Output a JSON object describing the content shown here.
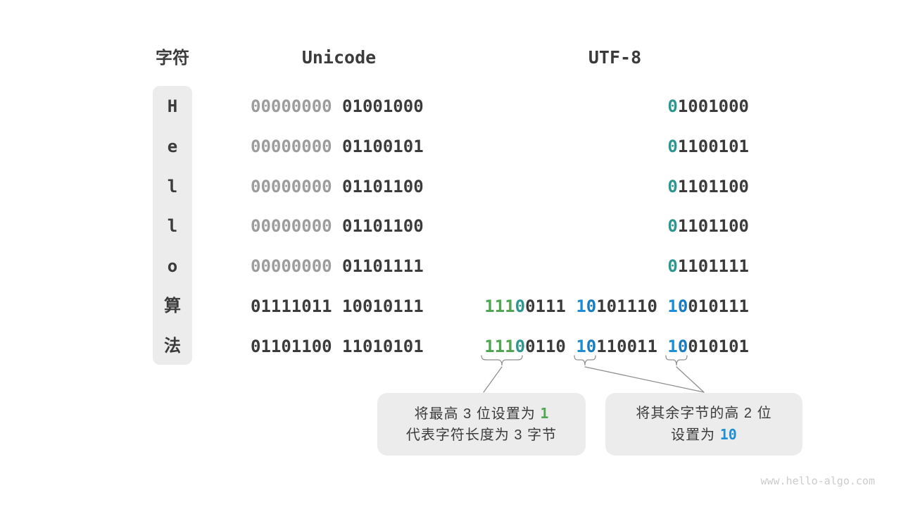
{
  "header": {
    "char": "字符",
    "unicode": "Unicode",
    "utf8": "UTF-8"
  },
  "colors": {
    "dark": "#3b3b3b",
    "muted": "#9c9c9c",
    "green": "#52a653",
    "teal": "#2d9691",
    "blue": "#1f8ed4",
    "blue2": "#187cc0",
    "box_bg": "#ececec",
    "line_gray": "#8f8f8f",
    "watermark_gray": "#cbcbcb"
  },
  "rows": [
    {
      "char": "H",
      "cjk": false,
      "unicode": [
        {
          "t": "00000000",
          "c": "muted"
        },
        {
          "t": "01001000"
        }
      ],
      "utf8": [
        [
          {
            "t": "0",
            "c": "teal"
          },
          {
            "t": "1001000"
          }
        ]
      ]
    },
    {
      "char": "e",
      "cjk": false,
      "unicode": [
        {
          "t": "00000000",
          "c": "muted"
        },
        {
          "t": "01100101"
        }
      ],
      "utf8": [
        [
          {
            "t": "0",
            "c": "teal"
          },
          {
            "t": "1100101"
          }
        ]
      ]
    },
    {
      "char": "l",
      "cjk": false,
      "unicode": [
        {
          "t": "00000000",
          "c": "muted"
        },
        {
          "t": "01101100"
        }
      ],
      "utf8": [
        [
          {
            "t": "0",
            "c": "teal"
          },
          {
            "t": "1101100"
          }
        ]
      ]
    },
    {
      "char": "l",
      "cjk": false,
      "unicode": [
        {
          "t": "00000000",
          "c": "muted"
        },
        {
          "t": "01101100"
        }
      ],
      "utf8": [
        [
          {
            "t": "0",
            "c": "teal"
          },
          {
            "t": "1101100"
          }
        ]
      ]
    },
    {
      "char": "o",
      "cjk": false,
      "unicode": [
        {
          "t": "00000000",
          "c": "muted"
        },
        {
          "t": "01101111"
        }
      ],
      "utf8": [
        [
          {
            "t": "0",
            "c": "teal"
          },
          {
            "t": "1101111"
          }
        ]
      ]
    },
    {
      "char": "算",
      "cjk": true,
      "unicode": [
        {
          "t": "01111011"
        },
        {
          "t": "10010111"
        }
      ],
      "utf8": [
        [
          {
            "t": "111",
            "c": "green"
          },
          {
            "t": "0",
            "c": "teal"
          },
          {
            "t": "0111"
          }
        ],
        [
          {
            "t": "1",
            "c": "blue"
          },
          {
            "t": "0",
            "c": "blue2"
          },
          {
            "t": "101110"
          }
        ],
        [
          {
            "t": "1",
            "c": "blue"
          },
          {
            "t": "0",
            "c": "blue2"
          },
          {
            "t": "010111"
          }
        ]
      ]
    },
    {
      "char": "法",
      "cjk": true,
      "unicode": [
        {
          "t": "01101100"
        },
        {
          "t": "11010101"
        }
      ],
      "utf8": [
        [
          {
            "t": "111",
            "c": "green"
          },
          {
            "t": "0",
            "c": "teal"
          },
          {
            "t": "0110"
          }
        ],
        [
          {
            "t": "1",
            "c": "blue"
          },
          {
            "t": "0",
            "c": "blue2"
          },
          {
            "t": "110011"
          }
        ],
        [
          {
            "t": "1",
            "c": "blue"
          },
          {
            "t": "0",
            "c": "blue2"
          },
          {
            "t": "010101"
          }
        ]
      ]
    }
  ],
  "annotations": {
    "box1": {
      "lines": [
        [
          {
            "t": "将最高 3 位设置为 "
          },
          {
            "t": "1",
            "c": "green",
            "mono": true
          }
        ],
        [
          {
            "t": "代表字符长度为 3 字节"
          }
        ]
      ]
    },
    "box2": {
      "lines": [
        [
          {
            "t": "将其余字节的高 2 位"
          }
        ],
        [
          {
            "t": "设置为 "
          },
          {
            "t": "10",
            "c": "blue",
            "mono": true
          }
        ]
      ]
    }
  },
  "watermark": "www.hello-algo.com"
}
